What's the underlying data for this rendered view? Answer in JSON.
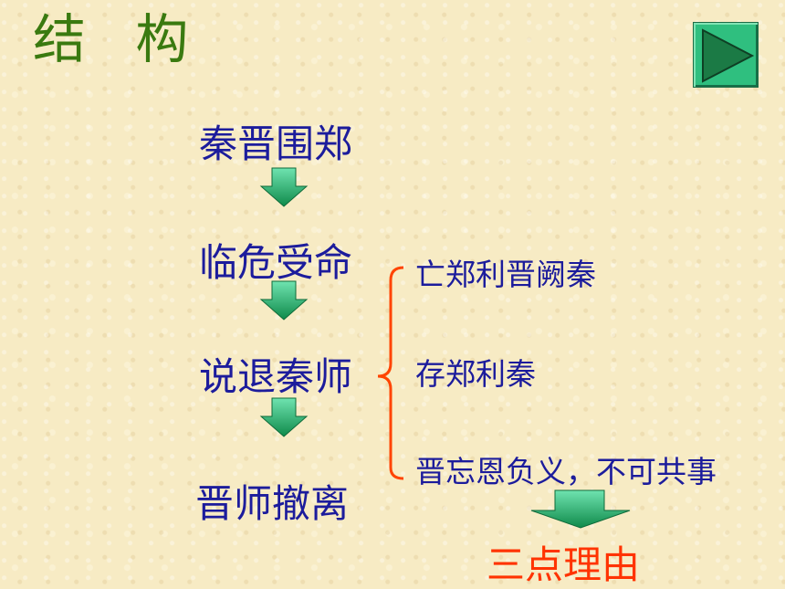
{
  "slide": {
    "title": "结 构",
    "stages": [
      "秦晋围郑",
      "临危受命",
      "说退秦师",
      "晋师撤离"
    ],
    "reasons": [
      "亡郑利晋阙秦",
      "存郑利秦",
      "晋忘恩负义，不可共事"
    ],
    "conclusion": "三点理由",
    "nav_icon": "play-triangle-icon"
  },
  "colors": {
    "title": "#3a7a10",
    "stage_text": "#1c1c9c",
    "conclusion_text": "#ff3300",
    "brace": "#ff4400",
    "arrow_fill": "#1fa060",
    "button": "#2fbf7f"
  }
}
